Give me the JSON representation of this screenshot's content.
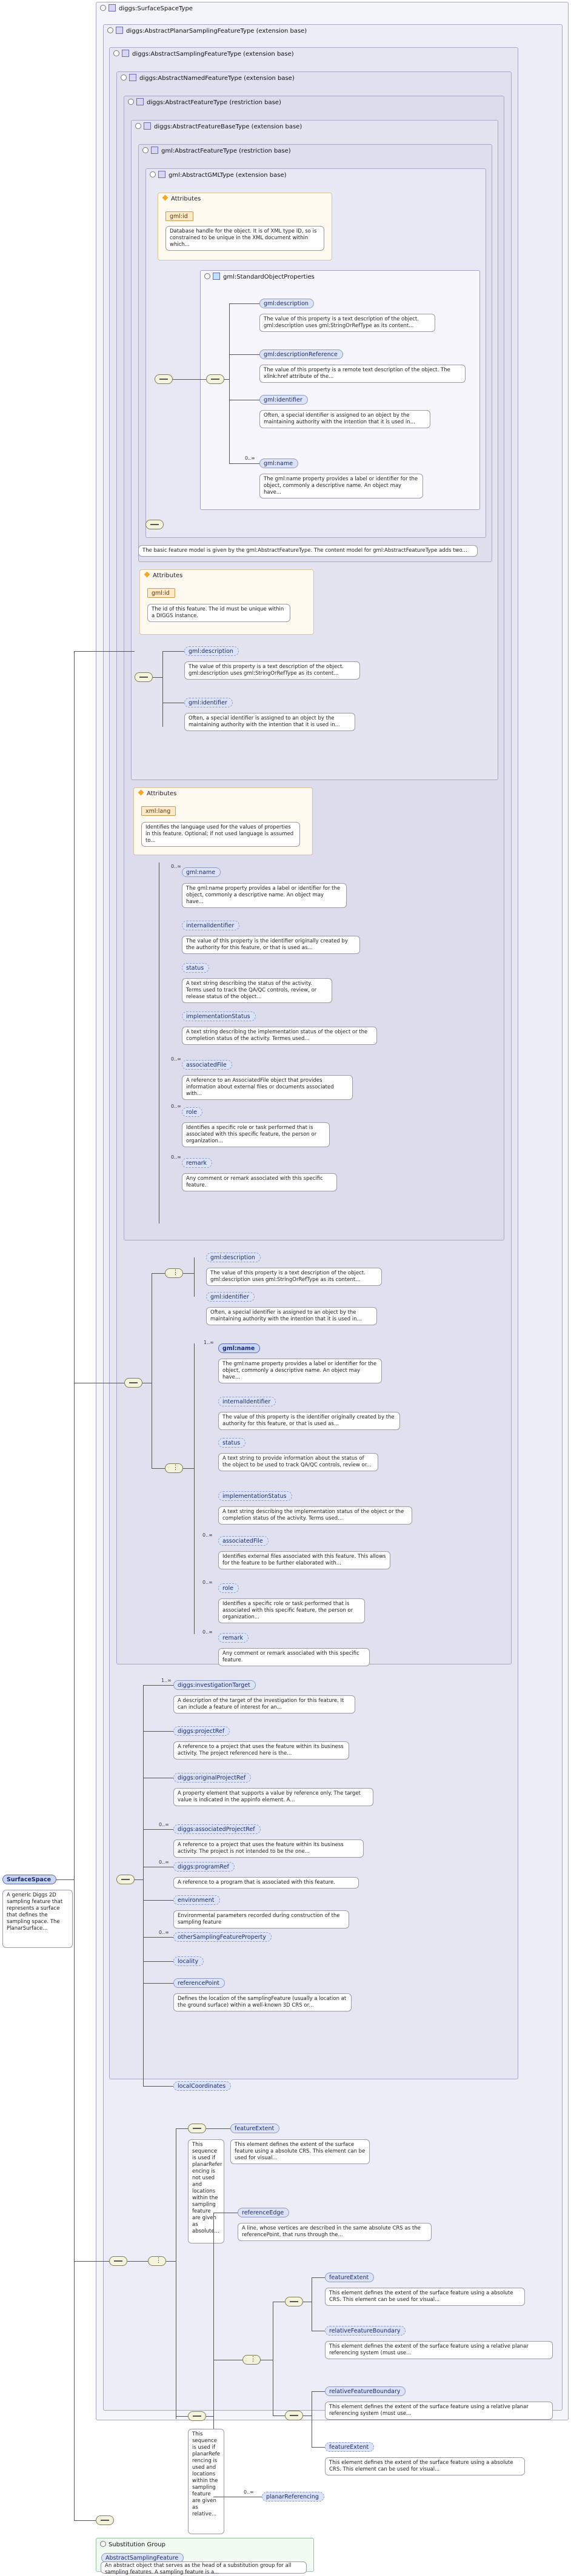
{
  "root": {
    "label": "SurfaceSpace",
    "desc": "A generic Diggs 2D sampling feature that represents a surface that defines the sampling space. The PlanarSurface..."
  },
  "types": {
    "surfaceSpaceType": "diggs:SurfaceSpaceType",
    "planar": "diggs:AbstractPlanarSamplingFeatureType (extension base)",
    "sampling": "diggs:AbstractSamplingFeatureType (extension base)",
    "named": "diggs:AbstractNamedFeatureType (extension base)",
    "featureType": "diggs:AbstractFeatureType (restriction base)",
    "featureBase": "diggs:AbstractFeatureBaseType (extension base)",
    "gmlFeature": "gml:AbstractFeatureType (restriction base)",
    "gmlType": "gml:AbstractGMLType (extension base)"
  },
  "attributes_label": "Attributes",
  "gml_id": {
    "label": "gml:id",
    "desc": "Database handle for the object. It is of XML type ID, so is constrained to be unique in the XML document within which..."
  },
  "std_props": {
    "label": "gml:StandardObjectProperties",
    "items": [
      {
        "label": "gml:description",
        "desc": "The value of this property is a text description of the object. gml:description uses gml:StringOrRefType as its content..."
      },
      {
        "label": "gml:descriptionReference",
        "desc": "The value of this property is a remote text description of the object. The xlink:href attribute of the..."
      },
      {
        "label": "gml:identifier",
        "desc": "Often, a special identifier is assigned to an object by the maintaining authority with the intention that it is used in..."
      },
      {
        "label": "gml:name",
        "card": "0..∞",
        "desc": "The gml:name property provides a label or identifier for the object, commonly a descriptive name. An object may have..."
      }
    ]
  },
  "feature_note": "The basic feature model is given by the gml:AbstractFeatureType. The content model for gml:AbstractFeatureType adds two...",
  "fb_attr": {
    "label": "gml:id",
    "desc": "The id of this feature. The id must be unique within a DIGGS instance."
  },
  "fb_items": [
    {
      "label": "gml:description",
      "desc": "The value of this property is a text description of the object. gml:description uses gml:StringOrRefType as its content..."
    },
    {
      "label": "gml:identifier",
      "desc": "Often, a special identifier is assigned to an object by the maintaining authority with the intention that it is used in..."
    }
  ],
  "ft_attr": {
    "label": "xml:lang",
    "desc": "Identifies the language used for the values of properties in this feature. Optional; if not used language is assumed to..."
  },
  "ft_items": [
    {
      "label": "gml:name",
      "card": "0..∞",
      "desc": "The gml:name property provides a label or identifier for the object, commonly a descriptive name. An object may have..."
    },
    {
      "label": "internalIdentifier",
      "desc": "The value of this property is the identifier originally created by the authority for this feature, or that is used as..."
    },
    {
      "label": "status",
      "desc": "A text string describing the status of the activity. Terms used to track the QA/QC controls, review, or release status of the object..."
    },
    {
      "label": "implementationStatus",
      "desc": "A text string describing the implementation status of the object or the completion status of the activity. Termes used..."
    },
    {
      "label": "associatedFile",
      "card": "0..∞",
      "desc": "A reference to an AssociatedFile object that provides information about external files or documents associated with..."
    },
    {
      "label": "role",
      "card": "0..∞",
      "desc": "Identifies a specific role or task performed that is associated with this specific feature, the person or organization..."
    },
    {
      "label": "remark",
      "card": "0..∞",
      "desc": "Any comment or remark associated with this specific feature."
    }
  ],
  "named_items": [
    {
      "label": "gml:description",
      "desc": "The value of this property is a text description of the object. gml:description uses gml:StringOrRefType as its content..."
    },
    {
      "label": "gml:identifier",
      "desc": "Often, a special identifier is assigned to an object by the maintaining authority with the intention that it is used in..."
    },
    {
      "label": "gml:name",
      "card": "1..∞",
      "desc": "The gml:name property provides a label or identifier for the object, commonly a descriptive name. An object may have..."
    },
    {
      "label": "internalIdentifier",
      "desc": "The value of this property is the identifier originally created by the authority for this feature, or that is used as..."
    },
    {
      "label": "status",
      "desc": "A text string to provide information about the status of the object to be used to track QA/QC controls, review or..."
    },
    {
      "label": "implementationStatus",
      "desc": "A text string describing the implementation status of the object or the completion status of the activity. Terms used..."
    },
    {
      "label": "associatedFile",
      "card": "0..∞",
      "desc": "Identifies external files associated with this feature. This allows for the feature to be further elaborated with..."
    },
    {
      "label": "role",
      "card": "0..∞",
      "desc": "Identifies a specific role or task performed that is associated with this specific feature, the person or organization..."
    },
    {
      "label": "remark",
      "card": "0..∞",
      "desc": "Any comment or remark associated with this specific feature."
    }
  ],
  "sampling_items": [
    {
      "label": "diggs:investigationTarget",
      "card": "1..∞",
      "desc": "A description of the target of the investigation for this feature. It can include a feature of interest for an..."
    },
    {
      "label": "diggs:projectRef",
      "desc": "A reference to a project that uses the feature within its business activity. The project referenced here is the..."
    },
    {
      "label": "diggs:originalProjectRef",
      "desc": "A property element that supports a value by reference only. The target value is indicated in the appinfo element. A..."
    },
    {
      "label": "diggs:associatedProjectRef",
      "card": "0..∞",
      "desc": "A reference to a project that uses the feature within its business activity. The project is not intended to be the one..."
    },
    {
      "label": "diggs:programRef",
      "card": "0..∞",
      "desc": "A reference to a program that is associated with this feature."
    },
    {
      "label": "environment",
      "desc": "Environmental parameters recorded during construction of the sampling feature"
    },
    {
      "label": "otherSamplingFeatureProperty",
      "card": "0..∞",
      "desc": ""
    },
    {
      "label": "locality",
      "desc": ""
    },
    {
      "label": "referencePoint",
      "desc": "Defines the location of the samplingFeature (usually a location at the ground surface) within a well-known 3D CRS or..."
    },
    {
      "label": "localCoordinates",
      "desc": ""
    }
  ],
  "choice": {
    "seq1_note": "This sequence is used if planarRefer encing is not used and locations within the sampling feature are given as absolute...",
    "featureExtent": {
      "label": "featureExtent",
      "desc": "This element defines the extent of the surface feature using a absolute CRS. This element can be used for visual..."
    },
    "referenceEdge": {
      "label": "referenceEdge",
      "desc": "A line, whose vertices are described in the same absolute CRS as the referencePoint, that runs through the..."
    },
    "fe2": {
      "label": "featureExtent",
      "desc": "This element defines the extent of the surface feature using a absolute CRS. This element can be used for visual..."
    },
    "rfb1": {
      "label": "relativeFeatureBoundary",
      "desc": "This element defines the extent of the surface feature using a relative planar referencing system (must use..."
    },
    "rfb2": {
      "label": "relativeFeatureBoundary",
      "desc": "This element defines the extent of the surface feature using a relative planar referencing system (must use..."
    },
    "fe3": {
      "label": "featureExtent",
      "desc": "This element defines the extent of the surface feature using a absolute CRS. This element can be used for visual..."
    },
    "seq2_note": "This sequence is used if planarRefe rencing is used and locations within the sampling feature are given as relative...",
    "planar": {
      "label": "planarReferencing",
      "card": "0..∞"
    }
  },
  "substitution": {
    "title": "Substitution Group",
    "label": "AbstractSamplingFeature",
    "desc": "An abstract object that serves as the head of a substitution group for all sampling features. A sampling feature is a..."
  }
}
